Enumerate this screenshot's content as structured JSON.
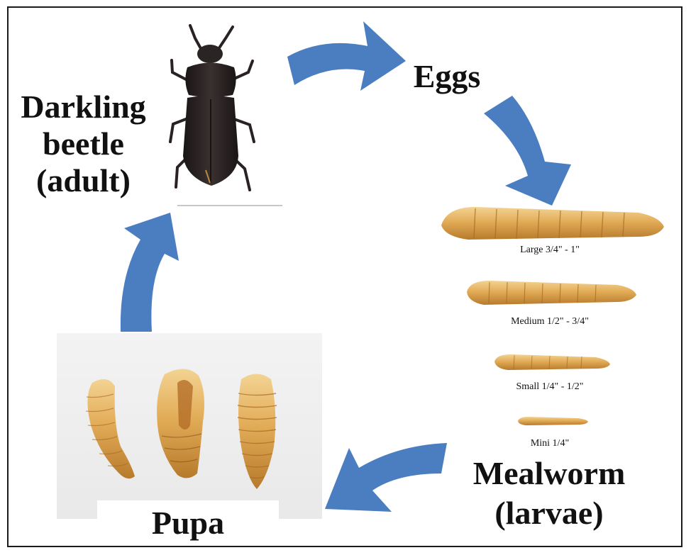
{
  "diagram": {
    "stages": {
      "adult": {
        "label": "Darkling\nbeetle\n(adult)"
      },
      "eggs": {
        "label": "Eggs"
      },
      "larvae": {
        "label": "Mealworm\n(larvae)",
        "sizes": [
          {
            "label": "Large 3/4\" - 1\""
          },
          {
            "label": "Medium 1/2\" - 3/4\""
          },
          {
            "label": "Small 1/4\" - 1/2\""
          },
          {
            "label": "Mini 1/4\""
          }
        ]
      },
      "pupa": {
        "label": "Pupa"
      }
    },
    "colors": {
      "arrow": "#4a7ec0",
      "larva_body": "#d9a24e",
      "larva_stripe": "#f2cf86",
      "beetle": "#2a2424",
      "border": "#1a1a1a"
    }
  }
}
